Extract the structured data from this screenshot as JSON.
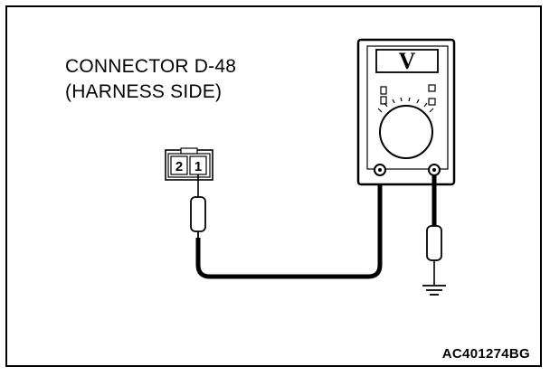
{
  "diagram": {
    "connector_label_line1": "CONNECTOR D-48",
    "connector_label_line2": "(HARNESS SIDE)",
    "connector_pins": [
      "2",
      "1"
    ],
    "meter_display": "V",
    "figure_code": "AC401274BG"
  }
}
